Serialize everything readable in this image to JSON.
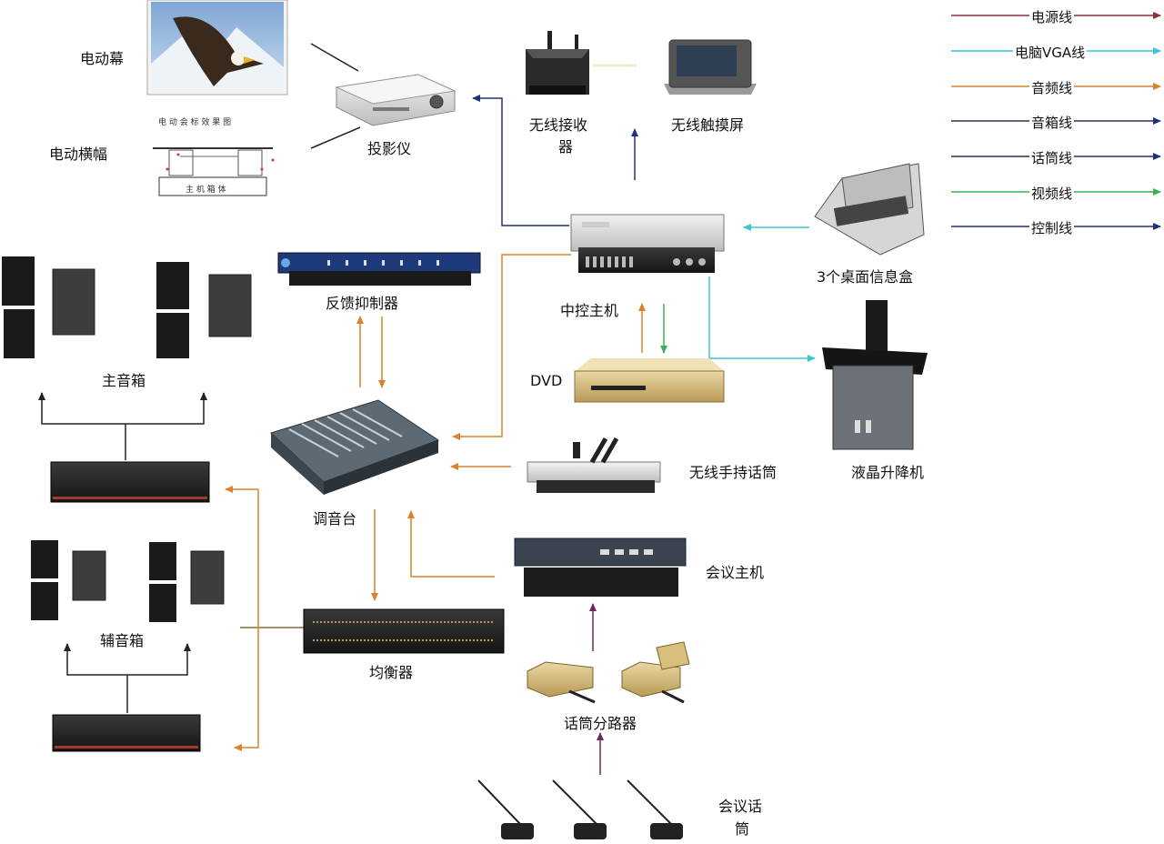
{
  "legend": [
    {
      "label": "电源线",
      "color": "#8b2f3a"
    },
    {
      "label": "电脑VGA线",
      "color": "#3cc6d0"
    },
    {
      "label": "音频线",
      "color": "#d9822b"
    },
    {
      "label": "音箱线",
      "color": "#2a2f5a"
    },
    {
      "label": "话筒线",
      "color": "#2a2f5a"
    },
    {
      "label": "视频线",
      "color": "#3cae5a"
    },
    {
      "label": "控制线",
      "color": "#23307a"
    }
  ],
  "labels": {
    "screen": "电动幕",
    "banner": "电动横幅",
    "banner_caption": "电 动 会 标 效 果 图",
    "banner_box": "主 机 箱 体",
    "projector": "投影仪",
    "wireless_receiver_1": "无线接收",
    "wireless_receiver_2": "器",
    "touch_screen": "无线触摸屏",
    "feedback_suppressor": "反馈抑制器",
    "central_controller": "中控主机",
    "info_box": "3个桌面信息盒",
    "main_speakers": "主音箱",
    "dvd": "DVD",
    "lcd_lift": "液晶升降机",
    "mixer": "调音台",
    "wireless_mic": "无线手持话筒",
    "conference_host": "会议主机",
    "aux_speakers": "辅音箱",
    "equalizer": "均衡器",
    "mic_splitter": "话筒分路器",
    "conference_mic_1": "会议话",
    "conference_mic_2": "筒"
  }
}
